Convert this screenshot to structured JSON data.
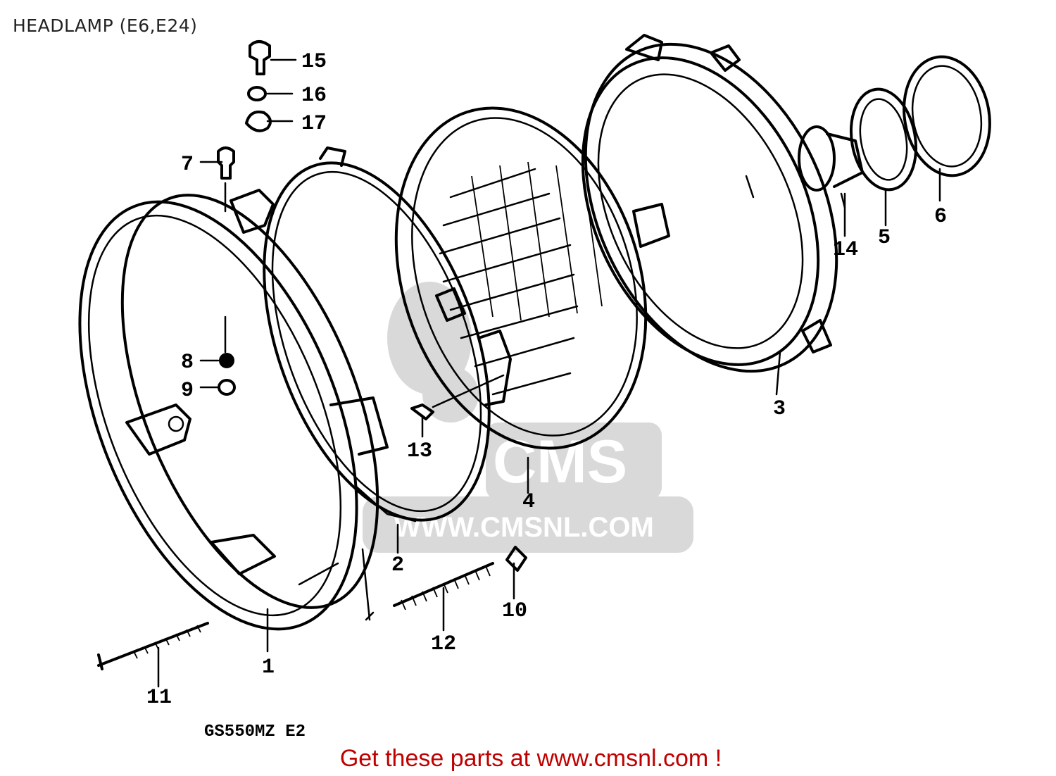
{
  "title": "HEADLAMP (E6,E24)",
  "model_label": "GS550MZ E2",
  "cta": "Get these parts at www.cmsnl.com !",
  "watermark": {
    "brand": "CMS",
    "url": "WWW.CMSNL.COM"
  },
  "callouts": [
    "15",
    "16",
    "17",
    "7",
    "8",
    "9",
    "13",
    "1",
    "2",
    "3",
    "4",
    "5",
    "6",
    "14",
    "10",
    "11",
    "12"
  ],
  "colors": {
    "line": "#000000",
    "cta": "#c00000",
    "watermark": "#d9d9d9"
  }
}
